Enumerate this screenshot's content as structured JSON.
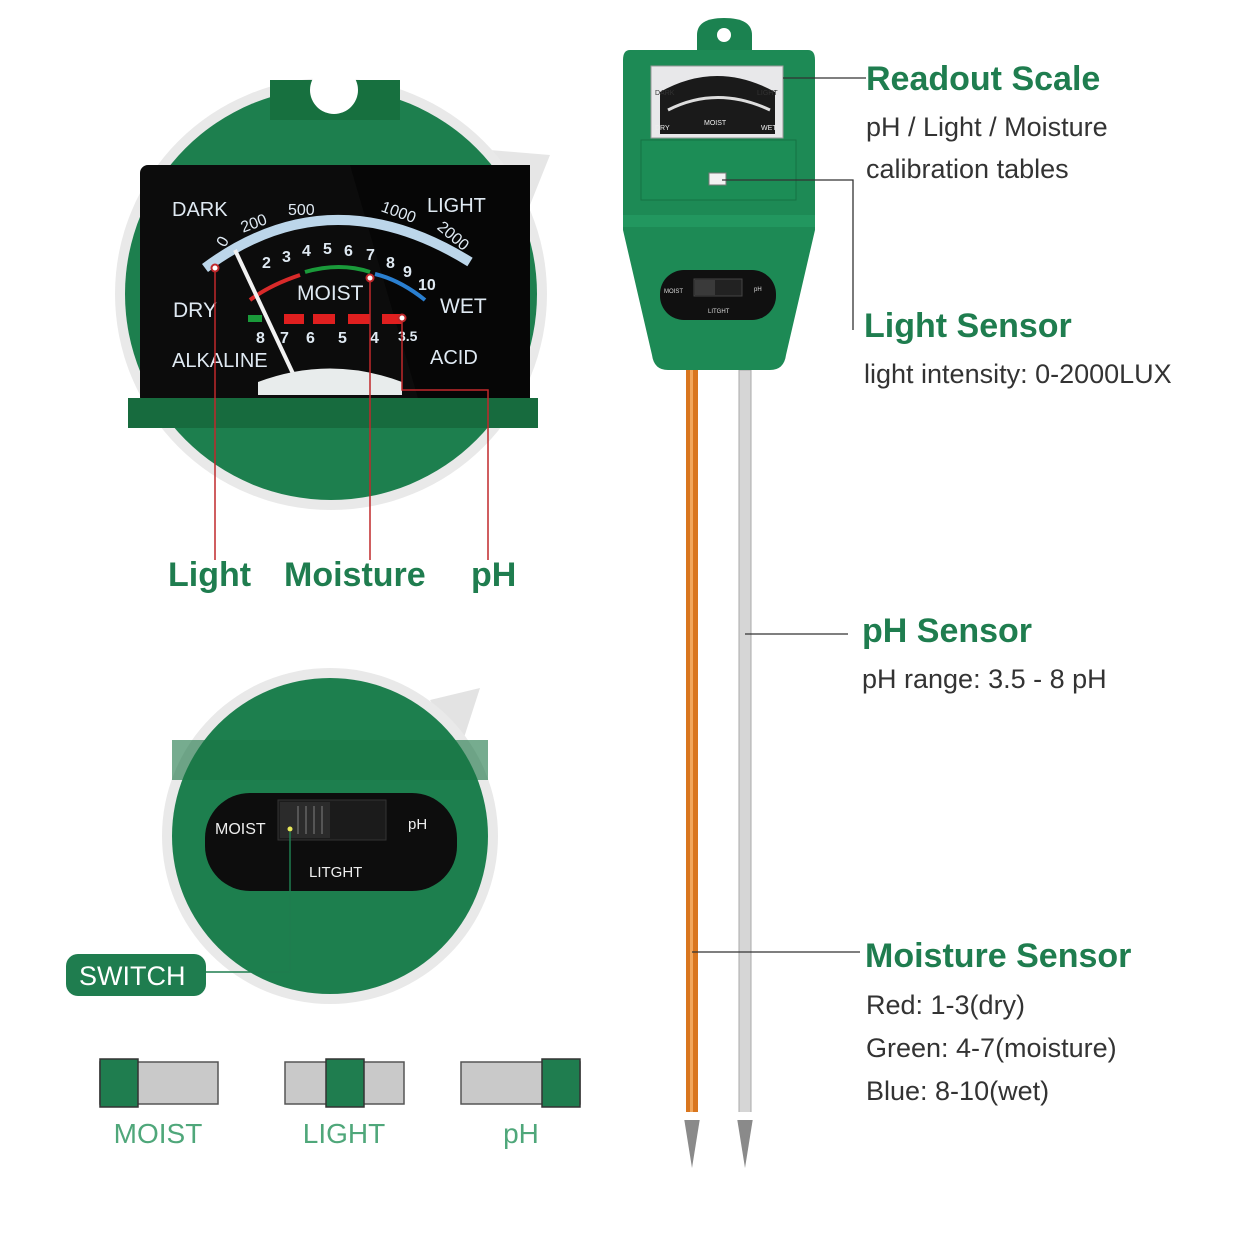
{
  "colors": {
    "brand_green": "#1f7d4f",
    "device_green": "#1d8a55",
    "meter_black": "#0c0c0c",
    "probe_orange": "#d9761e",
    "probe_silver": "#d6d6d6",
    "pointer_red": "#c0282b"
  },
  "meter_zoom": {
    "dark": "DARK",
    "light": "LIGHT",
    "light_ticks": [
      "0",
      "200",
      "500",
      "1000",
      "2000"
    ],
    "moist_ticks": [
      "2",
      "3",
      "4",
      "5",
      "6",
      "7",
      "8",
      "9",
      "10"
    ],
    "moist": "MOIST",
    "dry": "DRY",
    "wet": "WET",
    "ph_ticks": [
      "8",
      "7",
      "6",
      "5",
      "4",
      "3.5"
    ],
    "alkaline": "ALKALINE",
    "acid": "ACID"
  },
  "callouts": {
    "light": "Light",
    "moisture": "Moisture",
    "ph": "pH"
  },
  "switch_zoom": {
    "moist": "MOIST",
    "ph": "pH",
    "light": "LITGHT",
    "badge": "SWITCH"
  },
  "switch_positions": [
    {
      "label": "MOIST"
    },
    {
      "label": "LIGHT"
    },
    {
      "label": "pH"
    }
  ],
  "device": {
    "dark": "DARK",
    "light": "LIGHT",
    "dry": "DRY",
    "wet": "WET",
    "moist": "MOIST",
    "sw_moist": "MOIST",
    "sw_ph": "pH",
    "sw_light": "LITGHT"
  },
  "features": {
    "readout": {
      "title": "Readout Scale",
      "lines": [
        "pH / Light / Moisture",
        "calibration tables"
      ]
    },
    "light_sensor": {
      "title": "Light Sensor",
      "lines": [
        "light intensity: 0-2000LUX"
      ]
    },
    "ph_sensor": {
      "title": "pH Sensor",
      "lines": [
        "pH range: 3.5 - 8 pH"
      ]
    },
    "moisture_sensor": {
      "title": "Moisture Sensor",
      "lines": [
        "Red: 1-3(dry)",
        "Green: 4-7(moisture)",
        "Blue: 8-10(wet)"
      ]
    }
  }
}
